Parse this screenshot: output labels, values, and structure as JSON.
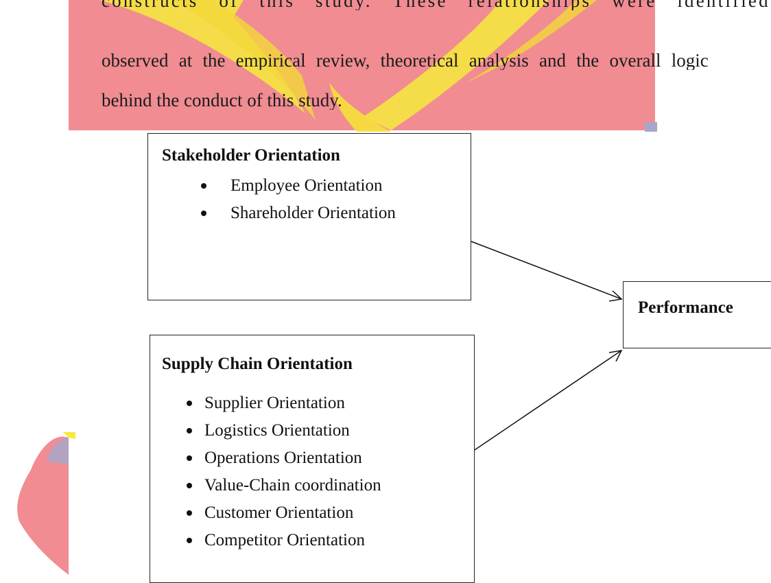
{
  "paragraph": {
    "line1": "constructs of this study. These relationships were identified through trends",
    "line2": "observed at the empirical review, theoretical analysis and the overall logic",
    "line3": "behind the conduct of this study."
  },
  "diagram": {
    "stakeholder_box": {
      "title": "Stakeholder Orientation",
      "items": [
        "Employee Orientation",
        "Shareholder Orientation"
      ]
    },
    "supply_chain_box": {
      "title": "Supply Chain Orientation",
      "items": [
        "Supplier Orientation",
        "Logistics Orientation",
        "Operations Orientation",
        "Value-Chain coordination",
        "Customer Orientation",
        "Competitor Orientation"
      ]
    },
    "performance_box": {
      "title": "Performance"
    }
  },
  "colors": {
    "watermark_banner": "#f08c92",
    "watermark_wing": "#f6ea3c",
    "watermark_edge": "#a9a6c9"
  }
}
